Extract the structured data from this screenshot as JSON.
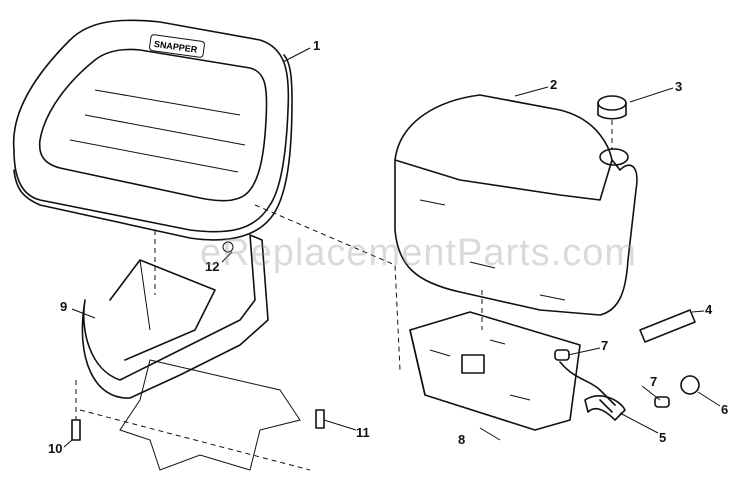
{
  "diagram": {
    "seat_logo": "SNAPPER",
    "watermark": "eReplacementParts.com",
    "callouts": [
      "1",
      "2",
      "3",
      "4",
      "5",
      "6",
      "7",
      "7",
      "8",
      "9",
      "10",
      "11",
      "12"
    ]
  }
}
